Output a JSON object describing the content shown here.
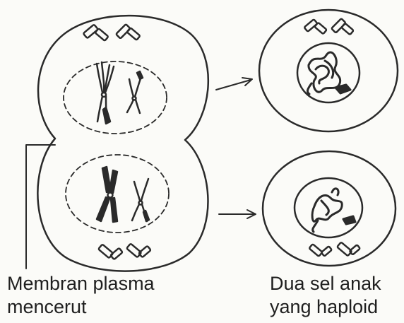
{
  "labels": {
    "membrane": [
      "Membran plasma",
      "mencerut"
    ],
    "daughter_cells": [
      "Dua sel anak",
      "yang haploid"
    ]
  },
  "colors": {
    "ink": "#2a2a2a",
    "background": "#fbfbf8"
  }
}
